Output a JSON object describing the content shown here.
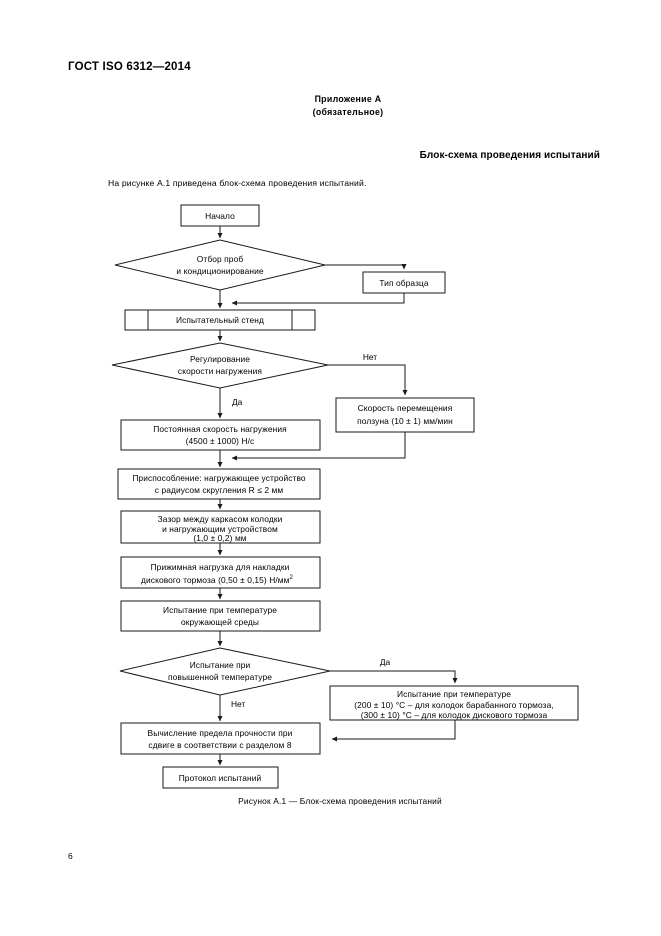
{
  "document": {
    "standard_header": "ГОСТ ISO 6312—2014",
    "annex_title": "Приложение А",
    "annex_subtitle": "(обязательное)",
    "section_title": "Блок-схема проведения испытаний",
    "intro_text": "На рисунке А.1 приведена блок-схема проведения испытаний.",
    "figure_caption": "Рисунок  А.1 — Блок-схема проведения испытаний",
    "page_number": "6"
  },
  "flowchart": {
    "nodes": {
      "start": {
        "label": "Начало",
        "shape": "process"
      },
      "sampling": {
        "line1": "Отбор проб",
        "line2": "и кондиционирование",
        "shape": "decision"
      },
      "sample_type": {
        "label": "Тип образца",
        "shape": "process"
      },
      "test_rig": {
        "label": "Испытательный стенд",
        "shape": "predefined-process"
      },
      "rate_control": {
        "line1": "Регулирование",
        "line2": "скорости нагружения",
        "shape": "decision"
      },
      "constant_rate": {
        "line1": "Постоянная скорость нагружения",
        "line2": "(4500 ± 1000) Н/с",
        "shape": "process"
      },
      "ram_speed": {
        "line1": "Скорость перемещения",
        "line2": "ползуна (10 ± 1) мм/мин",
        "shape": "process"
      },
      "fixture": {
        "line1": "Приспособление: нагружающее устройство",
        "line2": "с радиусом скругления R ≤ 2 мм",
        "shape": "process"
      },
      "clearance": {
        "line1": "Зазор между каркасом колодки",
        "line2": "и нагружающим устройством",
        "line3": "(1,0 ± 0,2) мм",
        "shape": "process"
      },
      "clamping_load": {
        "line1": "Прижимная нагрузка для накладки",
        "line2a": "дискового тормоза (0,50 ± 0,15) Н/мм",
        "line2sup": "2",
        "shape": "process"
      },
      "ambient_test": {
        "line1": "Испытание при температуре",
        "line2": "окружающей среды",
        "shape": "process"
      },
      "elevated_decision": {
        "line1": "Испытание при",
        "line2": "повышенной температуре",
        "shape": "decision"
      },
      "elevated_test": {
        "line1": "Испытание при температуре",
        "line2": "(200 ± 10) °С – для колодок барабанного тормоза,",
        "line3": "(300 ± 10) °С – для колодок дискового тормоза",
        "shape": "process"
      },
      "calculation": {
        "line1": "Вычисление предела прочности при",
        "line2": "сдвиге в соответствии с разделом 8",
        "shape": "process"
      },
      "report": {
        "label": "Протокол испытаний",
        "shape": "process"
      }
    },
    "branch_labels": {
      "rate_yes": "Да",
      "rate_no": "Нет",
      "elevated_yes": "Да",
      "elevated_no": "Нет"
    },
    "colors": {
      "stroke": "#1a1a1a",
      "fill": "#ffffff",
      "text": "#000000"
    }
  }
}
